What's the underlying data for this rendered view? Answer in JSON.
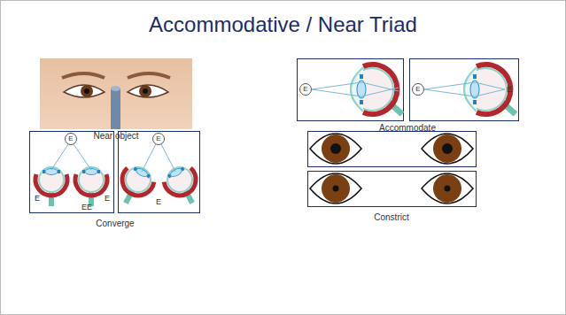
{
  "diagram": {
    "title": "Accommodative / Near Triad",
    "nodes": [
      {
        "text": [
          "E"
        ]
      },
      {
        "text": [
          "E"
        ]
      },
      {
        "text": [
          "E"
        ]
      },
      {
        "text": [
          "E"
        ]
      }
    ],
    "labels": [
      "Near object",
      "Accommodate",
      "Converge",
      "Constrict",
      "E",
      "E",
      "E",
      "EE",
      "E"
    ]
  }
}
